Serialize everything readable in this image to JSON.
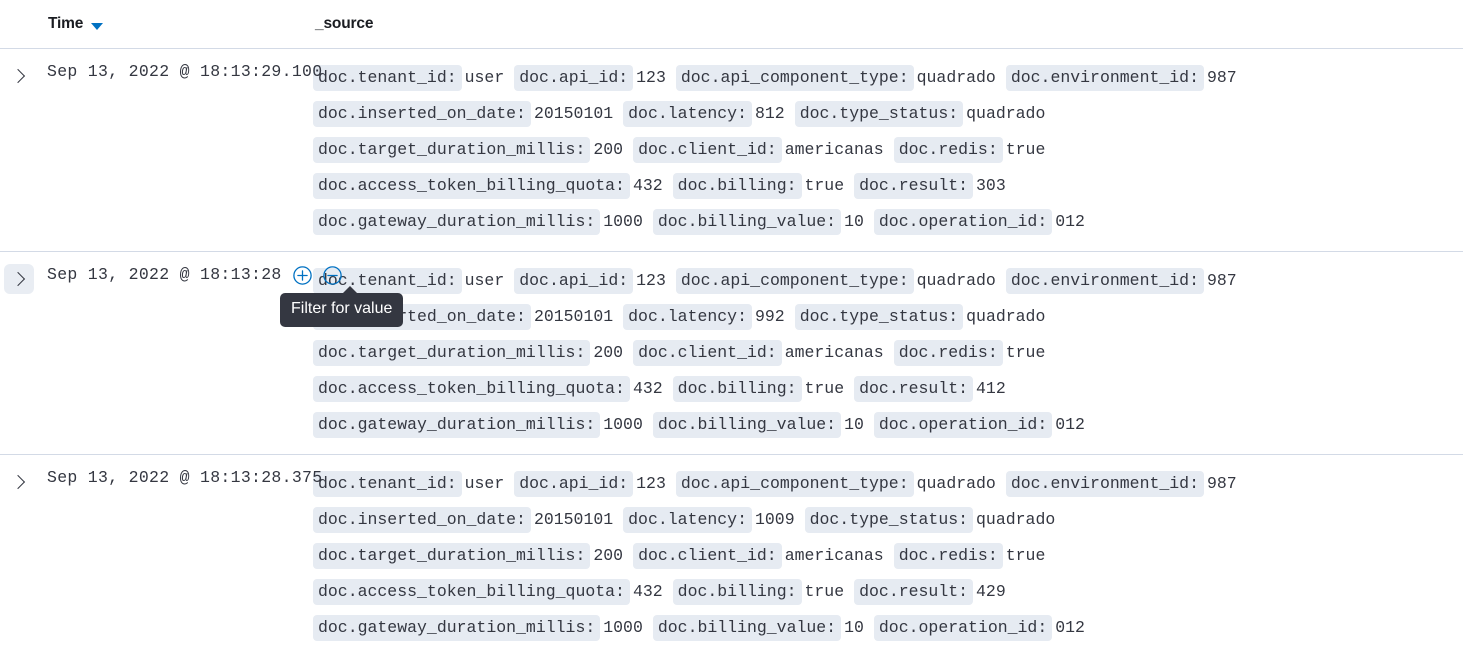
{
  "header": {
    "time_label": "Time",
    "source_label": "_source",
    "sort_direction": "desc"
  },
  "colors": {
    "accent": "#0071c2",
    "field_name_bg": "#e6ebf2",
    "text": "#343741",
    "row_divider": "#d3dae6",
    "tooltip_bg": "#343741",
    "hover_bg": "#e9edf3"
  },
  "tooltip": {
    "text": "Filter for value",
    "visible_on_row": 2
  },
  "actions": {
    "filter_for_value_icon": "circle-plus-icon",
    "filter_out_value_icon": "circle-minus-icon",
    "expand_icon": "chevron-right-icon"
  },
  "rows": [
    {
      "time": "Sep 13, 2022 @ 18:13:29.100",
      "time_truncated": "Sep 13, 2022 @ 18:13:29.100",
      "show_actions": false,
      "hovered": false,
      "lines": [
        [
          {
            "name": "doc.tenant_id:",
            "value": "user"
          },
          {
            "name": "doc.api_id:",
            "value": "123"
          },
          {
            "name": "doc.api_component_type:",
            "value": "quadrado"
          },
          {
            "name": "doc.environment_id:",
            "value": "987"
          }
        ],
        [
          {
            "name": "doc.inserted_on_date:",
            "value": "20150101"
          },
          {
            "name": "doc.latency:",
            "value": "812"
          },
          {
            "name": "doc.type_status:",
            "value": "quadrado"
          }
        ],
        [
          {
            "name": "doc.target_duration_millis:",
            "value": "200"
          },
          {
            "name": "doc.client_id:",
            "value": "americanas"
          },
          {
            "name": "doc.redis:",
            "value": "true"
          }
        ],
        [
          {
            "name": "doc.access_token_billing_quota:",
            "value": "432"
          },
          {
            "name": "doc.billing:",
            "value": "true"
          },
          {
            "name": "doc.result:",
            "value": "303"
          }
        ],
        [
          {
            "name": "doc.gateway_duration_millis:",
            "value": "1000"
          },
          {
            "name": "doc.billing_value:",
            "value": "10"
          },
          {
            "name": "doc.operation_id:",
            "value": "012"
          }
        ]
      ]
    },
    {
      "time": "Sep 13, 2022 @ 18:13:28.xxx",
      "time_truncated": "Sep 13, 2022 @ 18:13:28",
      "show_actions": true,
      "hovered": true,
      "lines": [
        [
          {
            "name": "doc.tenant_id:",
            "value": "user"
          },
          {
            "name": "doc.api_id:",
            "value": "123"
          },
          {
            "name": "doc.api_component_type:",
            "value": "quadrado"
          },
          {
            "name": "doc.environment_id:",
            "value": "987"
          }
        ],
        [
          {
            "name": "doc.inserted_on_date:",
            "value": "20150101"
          },
          {
            "name": "doc.latency:",
            "value": "992"
          },
          {
            "name": "doc.type_status:",
            "value": "quadrado"
          }
        ],
        [
          {
            "name": "doc.target_duration_millis:",
            "value": "200"
          },
          {
            "name": "doc.client_id:",
            "value": "americanas"
          },
          {
            "name": "doc.redis:",
            "value": "true"
          }
        ],
        [
          {
            "name": "doc.access_token_billing_quota:",
            "value": "432"
          },
          {
            "name": "doc.billing:",
            "value": "true"
          },
          {
            "name": "doc.result:",
            "value": "412"
          }
        ],
        [
          {
            "name": "doc.gateway_duration_millis:",
            "value": "1000"
          },
          {
            "name": "doc.billing_value:",
            "value": "10"
          },
          {
            "name": "doc.operation_id:",
            "value": "012"
          }
        ]
      ]
    },
    {
      "time": "Sep 13, 2022 @ 18:13:28.375",
      "time_truncated": "Sep 13, 2022 @ 18:13:28.375",
      "show_actions": false,
      "hovered": false,
      "lines": [
        [
          {
            "name": "doc.tenant_id:",
            "value": "user"
          },
          {
            "name": "doc.api_id:",
            "value": "123"
          },
          {
            "name": "doc.api_component_type:",
            "value": "quadrado"
          },
          {
            "name": "doc.environment_id:",
            "value": "987"
          }
        ],
        [
          {
            "name": "doc.inserted_on_date:",
            "value": "20150101"
          },
          {
            "name": "doc.latency:",
            "value": "1009"
          },
          {
            "name": "doc.type_status:",
            "value": "quadrado"
          }
        ],
        [
          {
            "name": "doc.target_duration_millis:",
            "value": "200"
          },
          {
            "name": "doc.client_id:",
            "value": "americanas"
          },
          {
            "name": "doc.redis:",
            "value": "true"
          }
        ],
        [
          {
            "name": "doc.access_token_billing_quota:",
            "value": "432"
          },
          {
            "name": "doc.billing:",
            "value": "true"
          },
          {
            "name": "doc.result:",
            "value": "429"
          }
        ],
        [
          {
            "name": "doc.gateway_duration_millis:",
            "value": "1000"
          },
          {
            "name": "doc.billing_value:",
            "value": "10"
          },
          {
            "name": "doc.operation_id:",
            "value": "012"
          }
        ]
      ]
    }
  ]
}
